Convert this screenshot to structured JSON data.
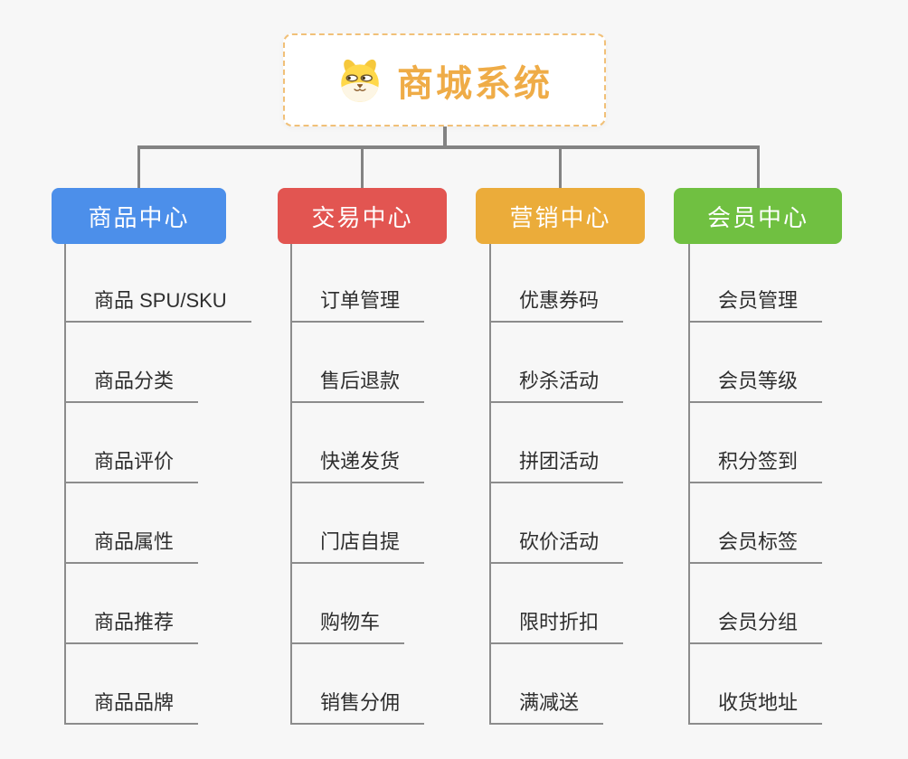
{
  "root": {
    "title": "商城系统",
    "icon": "shiba-dog-icon"
  },
  "branches": [
    {
      "label": "商品中心",
      "color": "#4C8FEA",
      "children": [
        "商品 SPU/SKU",
        "商品分类",
        "商品评价",
        "商品属性",
        "商品推荐",
        "商品品牌"
      ]
    },
    {
      "label": "交易中心",
      "color": "#E25551",
      "children": [
        "订单管理",
        "售后退款",
        "快递发货",
        "门店自提",
        "购物车",
        "销售分佣"
      ]
    },
    {
      "label": "营销中心",
      "color": "#EBAC3A",
      "children": [
        "优惠券码",
        "秒杀活动",
        "拼团活动",
        "砍价活动",
        "限时折扣",
        "满减送"
      ]
    },
    {
      "label": "会员中心",
      "color": "#70C041",
      "children": [
        "会员管理",
        "会员等级",
        "积分签到",
        "会员标签",
        "会员分组",
        "收货地址"
      ]
    }
  ],
  "colors": {
    "background": "#F7F7F7",
    "connector": "#838383",
    "underline": "#8C8C8C",
    "title_text": "#EFAC47",
    "root_border": "#F1C078",
    "child_text": "#2E2E2E",
    "branch_text": "#FFFFFF"
  }
}
